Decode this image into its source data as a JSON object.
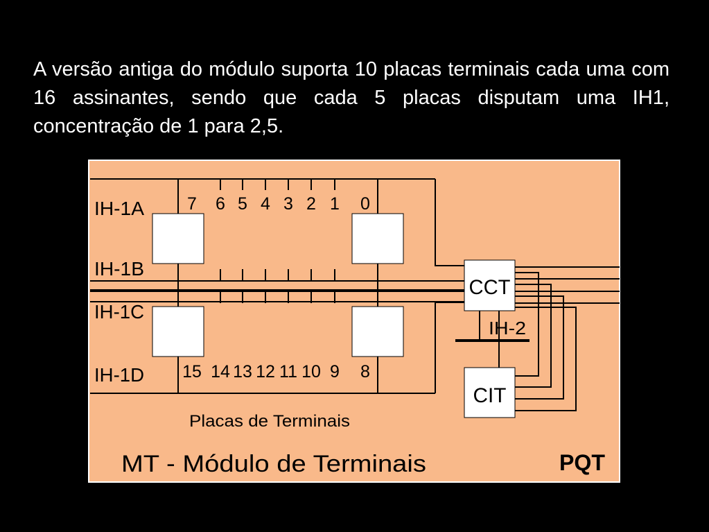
{
  "intro_text": "A versão antiga do módulo suporta 10 placas terminais cada uma com 16 assinantes, sendo que cada 5 placas disputam uma IH1, concentração de 1 para 2,5.",
  "diagram": {
    "bus_labels": [
      "IH-1A",
      "IH-1B",
      "IH-1C",
      "IH-1D"
    ],
    "top_numbers": [
      "7",
      "6",
      "5",
      "4",
      "3",
      "2",
      "1",
      "0"
    ],
    "bottom_numbers": [
      "15",
      "14",
      "13",
      "12",
      "11",
      "10",
      "9",
      "8"
    ],
    "cct_label": "CCT",
    "cit_label": "CIT",
    "ih2_label": "IH-2",
    "cards_caption": "Placas de Terminais",
    "module_title": "MT - Módulo de Terminais",
    "pqt_label": "PQT"
  },
  "colors": {
    "background": "#000000",
    "panel": "#f9b98a",
    "panel_border": "#ffffff",
    "box": "#ffffff",
    "line": "#000000"
  }
}
